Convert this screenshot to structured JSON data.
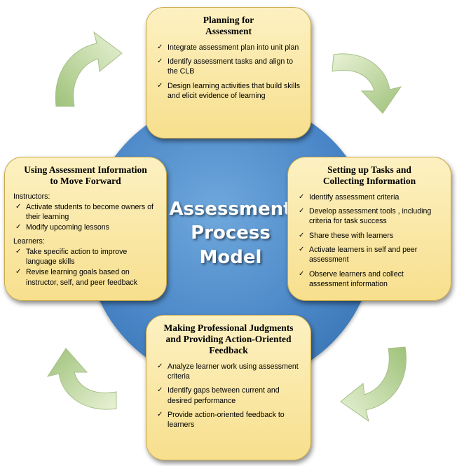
{
  "center_title": [
    "Assessment",
    "Process",
    "Model"
  ],
  "planning": {
    "title_lines": [
      "Planning for",
      "Assessment"
    ],
    "items": [
      "Integrate assessment plan into unit plan",
      "Identify assessment tasks and align to the CLB",
      "Design learning activities that build skills and elicit evidence of learning"
    ]
  },
  "setting": {
    "title_lines": [
      "Setting up Tasks and",
      "Collecting Information"
    ],
    "items": [
      "Identify assessment criteria",
      "Develop assessment tools , including criteria for task success",
      "Share these with learners",
      "Activate learners in self and peer assessment",
      "Observe learners and collect assessment information"
    ]
  },
  "judgments": {
    "title_lines": [
      "Making Professional Judgments",
      "and Providing Action-Oriented",
      "Feedback"
    ],
    "items": [
      "Analyze learner work using assessment criteria",
      "Identify gaps between current and desired performance",
      "Provide action-oriented feedback to learners"
    ]
  },
  "using": {
    "title_lines": [
      "Using Assessment Information",
      "to Move Forward"
    ],
    "instructors_label": "Instructors:",
    "instructors": [
      "Activate students to become owners of their learning",
      "Modify upcoming lessons"
    ],
    "learners_label": "Learners:",
    "learners": [
      "Take specific action to improve language skills",
      "Revise learning goals based on instructor, self, and peer feedback"
    ]
  },
  "colors": {
    "circle": "#4a86c7",
    "box_fill": "#f9e7a6",
    "arrow_fill": "#c6dca0"
  },
  "icons": [
    "check-icon",
    "curved-arrow-icon"
  ]
}
